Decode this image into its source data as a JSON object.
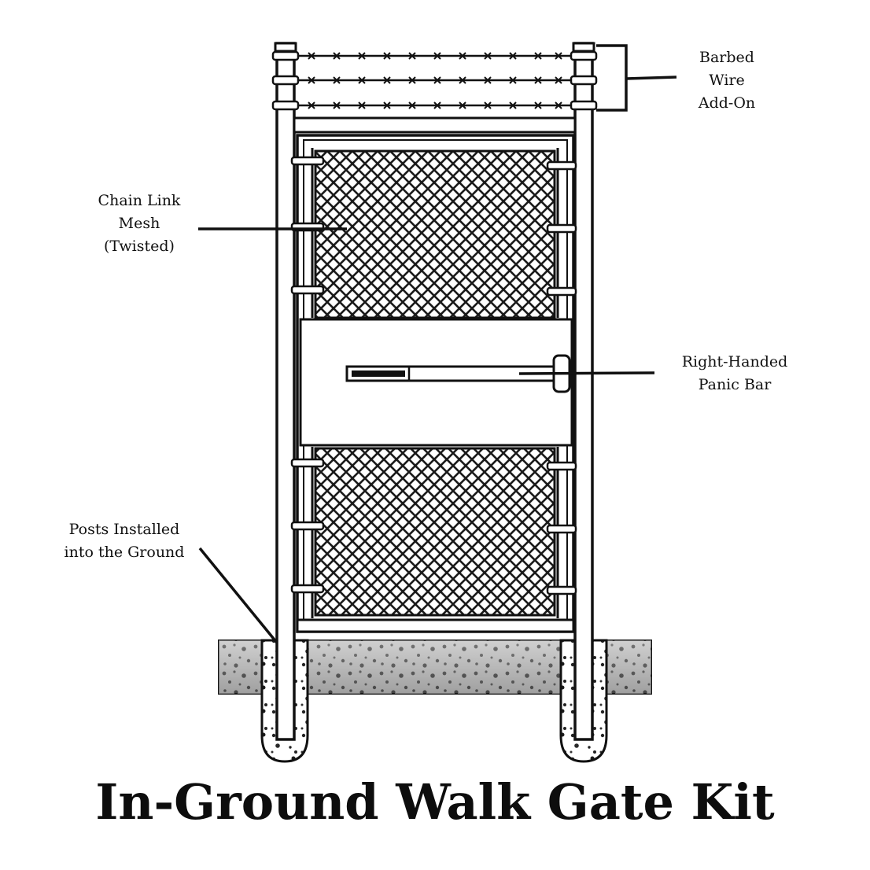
{
  "title": "In-Ground Walk Gate Kit",
  "callouts": {
    "barbed_wire": [
      "Barbed",
      "Wire",
      "Add-On"
    ],
    "chain_link": [
      "Chain Link",
      "Mesh",
      "(Twisted)"
    ],
    "panic_bar": [
      "Right-Handed",
      "Panic Bar"
    ],
    "posts": [
      "Posts Installed",
      "into the Ground"
    ]
  },
  "colors": {
    "ink": "#111111",
    "ground": "#bdbdbd",
    "panel": "#ffffff"
  }
}
